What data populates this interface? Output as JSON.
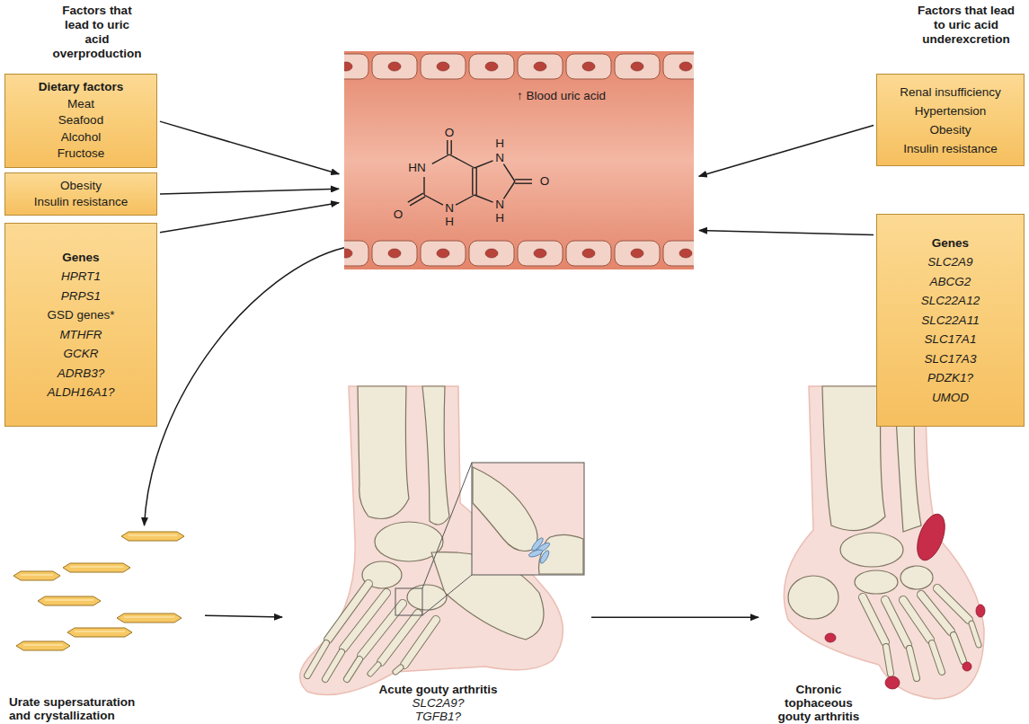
{
  "diagram": {
    "nodes": [
      {
        "text": [
          "Dietary factors",
          "Meat",
          "Seafood",
          "Alcohol",
          "Fructose"
        ]
      },
      {
        "text": [
          "Obesity",
          "Insulin resistance"
        ]
      },
      {
        "text": [
          "Genes",
          "HPRT1",
          "PRPS1",
          "GSD genes*",
          "MTHFR",
          "GCKR",
          "ADRB3?",
          "ALDH16A1?"
        ]
      },
      {
        "text": [
          "↑ Blood uric acid"
        ]
      },
      {
        "text": [
          "Renal insufficiency",
          "Hypertension",
          "Obesity",
          "Insulin resistance"
        ]
      },
      {
        "text": [
          "Genes",
          "SLC2A9",
          "ABCG2",
          "SLC22A12",
          "SLC22A11",
          "SLC17A1",
          "SLC17A3",
          "PDZK1?",
          "UMOD"
        ]
      },
      {
        "text": [
          "Urate supersaturation and crystallization"
        ]
      },
      {
        "text": [
          "Acute gouty arthritis",
          "SLC2A9?",
          "TGFB1?"
        ]
      },
      {
        "text": [
          "Chronic tophaceous gouty arthritis"
        ]
      }
    ],
    "edges": [
      {
        "from": 0,
        "to": 3,
        "arrow": "to"
      },
      {
        "from": 1,
        "to": 3,
        "arrow": "to"
      },
      {
        "from": 2,
        "to": 3,
        "arrow": "to"
      },
      {
        "from": 4,
        "to": 3,
        "arrow": "to"
      },
      {
        "from": 5,
        "to": 3,
        "arrow": "to"
      },
      {
        "from": 3,
        "to": 6,
        "arrow": "to"
      },
      {
        "from": 6,
        "to": 7,
        "arrow": "to"
      },
      {
        "from": 7,
        "to": 8,
        "arrow": "to"
      }
    ],
    "labels": [
      "Factors that lead to uric acid overproduction",
      "Factors that lead to uric acid underexcretion",
      "O",
      "HN",
      "H",
      "N",
      "O",
      "O",
      "N",
      "H",
      "N",
      "H"
    ]
  }
}
